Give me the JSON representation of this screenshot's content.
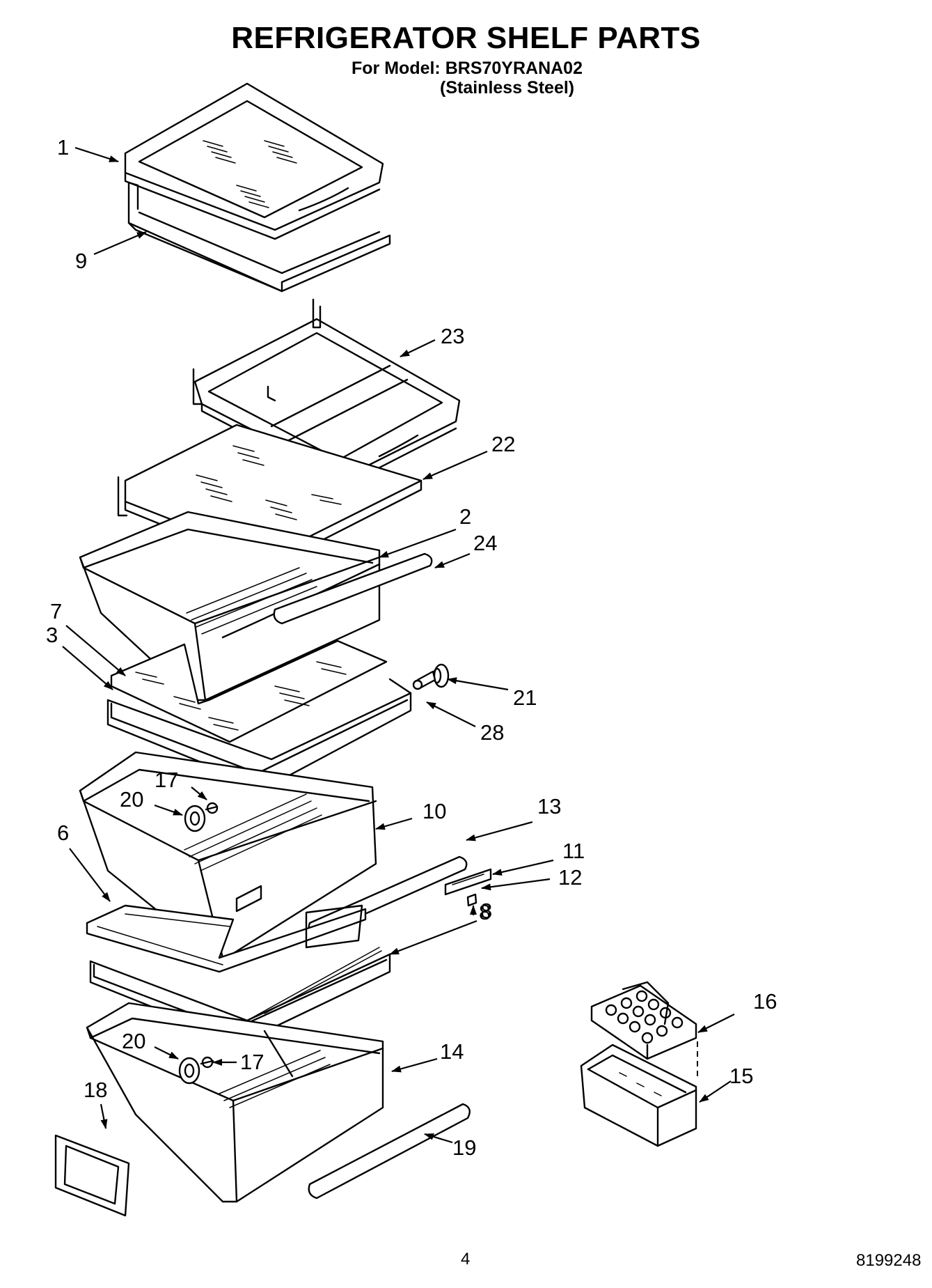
{
  "header": {
    "title": "REFRIGERATOR SHELF PARTS",
    "model_line": "For Model: BRS70YRANA02",
    "variant_line": "(Stainless Steel)"
  },
  "footer": {
    "page_number": "4",
    "document_number": "8199248"
  },
  "callouts": {
    "c1": "1",
    "c9": "9",
    "c23": "23",
    "c22": "22",
    "c2": "2",
    "c24": "24",
    "c7": "7",
    "c3": "3",
    "c21": "21",
    "c28": "28",
    "c17a": "17",
    "c20a": "20",
    "c10": "10",
    "c13": "13",
    "c11": "11",
    "c12": "12",
    "c6": "6",
    "c8a": "8",
    "c8b": "8",
    "c16": "16",
    "c20b": "20",
    "c17b": "17",
    "c14": "14",
    "c15": "15",
    "c18": "18",
    "c19": "19"
  }
}
